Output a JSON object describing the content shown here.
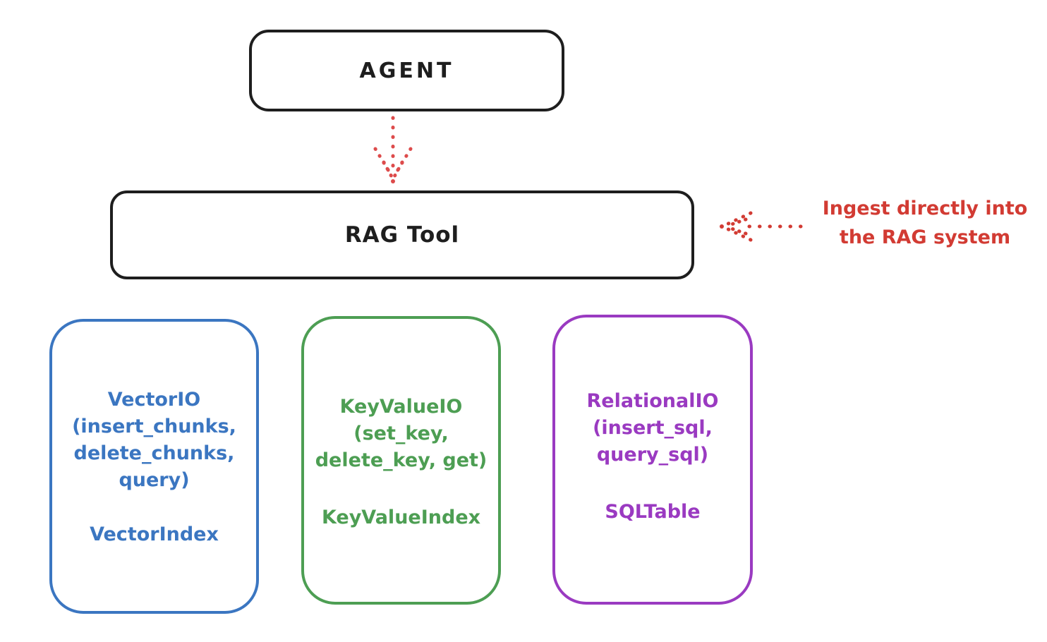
{
  "agent_box": {
    "label": "AGENT"
  },
  "rag_tool_box": {
    "label": "RAG Tool"
  },
  "annotation": {
    "text": "Ingest directly into\nthe RAG system",
    "color": "#d23b33"
  },
  "arrows": [
    {
      "name": "agent-to-rag-arrow",
      "direction": "down",
      "style": "dotted",
      "color": "#dd4b4b"
    },
    {
      "name": "ingest-annotation-arrow",
      "direction": "left",
      "style": "dotted",
      "color": "#d23b33"
    }
  ],
  "backend_boxes": [
    {
      "title": "VectorIO\n(insert_chunks,\ndelete_chunks,\nquery)",
      "index": "VectorIndex",
      "color": "#3b76c1"
    },
    {
      "title": "KeyValueIO\n(set_key,\ndelete_key, get)",
      "index": "KeyValueIndex",
      "color": "#4d9e53"
    },
    {
      "title": "RelationalIO\n(insert_sql,\nquery_sql)",
      "index": "SQLTable",
      "color": "#9a3ac1"
    }
  ],
  "colors": {
    "stroke": "#1e1e1e",
    "arrow_red": "#dd4b4b",
    "annotation_red": "#d23b33",
    "vector_blue": "#3b76c1",
    "keyvalue_green": "#4d9e53",
    "relational_purple": "#9a3ac1",
    "background": "#ffffff"
  }
}
